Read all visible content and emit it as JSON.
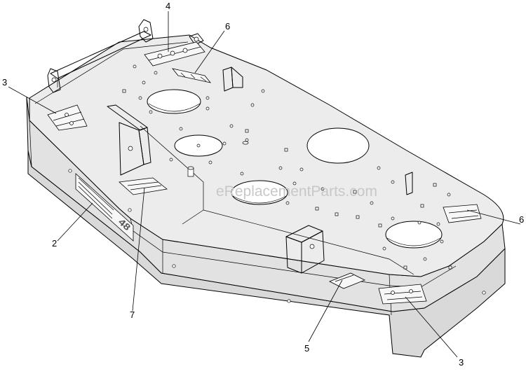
{
  "watermark": "eReplacementParts.com",
  "callouts": {
    "c2": "2",
    "c3_left": "3",
    "c3_bottom": "3",
    "c4": "4",
    "c5": "5",
    "c6_top": "6",
    "c6_right": "6",
    "c7": "7"
  },
  "deck_label": "48"
}
